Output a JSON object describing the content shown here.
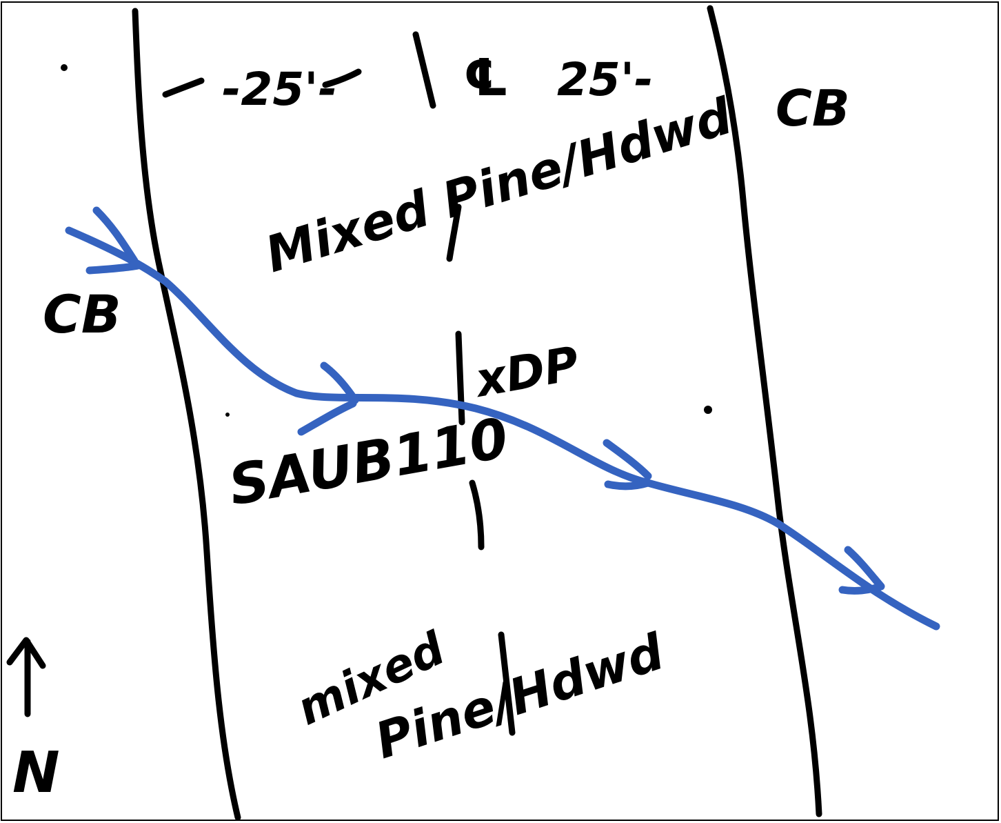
{
  "labels": {
    "left_width": "-25'-",
    "centerline": "℄",
    "right_width": "25'-",
    "top_right_area": "CB",
    "left_area": "CB",
    "upper_veg": "Mixed Pine/Hdwd",
    "dp_marker": "xDP",
    "site_code": "SAUB110",
    "lower_veg_1": "mixed",
    "lower_veg_2": "Pine/Hdwd",
    "north": "N"
  },
  "colors": {
    "ink": "#000000",
    "stream": "#3563c0",
    "background": "#ffffff"
  },
  "icons": {
    "north_arrow": "up-arrow-icon",
    "flow_arrows": "chevron-right-icon"
  }
}
